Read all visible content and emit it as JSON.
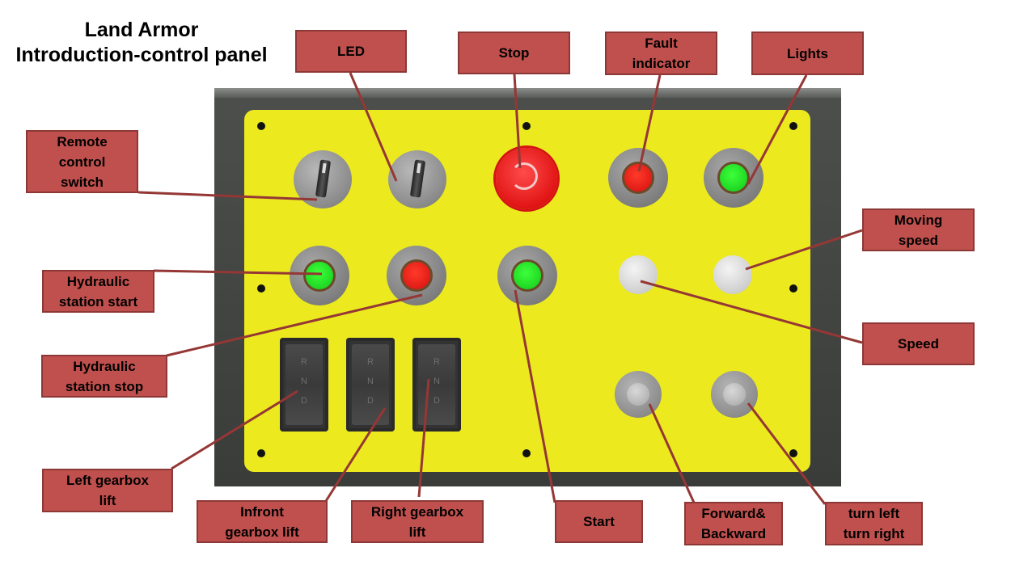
{
  "title": {
    "line1": "Land  Armor",
    "line2": "Introduction-control panel"
  },
  "labels": {
    "led": "LED",
    "stop": "Stop",
    "fault_indicator": "Fault\nindicator",
    "lights": "Lights",
    "remote_control_switch": "Remote\ncontrol\nswitch",
    "moving_speed": "Moving\nspeed",
    "hydraulic_station_start": "Hydraulic\nstation start",
    "hydraulic_station_stop": "Hydraulic\nstation stop",
    "speed": "Speed",
    "left_gearbox_lift": "Left gearbox\nlift",
    "infront_gearbox_lift": "Infront\ngearbox lift",
    "right_gearbox_lift": "Right gearbox\nlift",
    "start": "Start",
    "forward_backward": "Forward&\nBackward",
    "turn_left_turn_right": "turn left\nturn right"
  },
  "rocker_switch_letters": "R\nN\nD",
  "colors": {
    "callout_fill": "#c0504d",
    "leader_line": "#953735",
    "panel_yellow": "#ecea1e",
    "indicator_red": "#e31818",
    "indicator_green": "#22dd22"
  },
  "icons": {
    "selector": "rotary-selector-icon",
    "emergency_stop": "emergency-stop-icon",
    "indicator": "indicator-lamp-icon",
    "rocker": "rocker-switch-icon",
    "joystick": "joystick-icon"
  }
}
